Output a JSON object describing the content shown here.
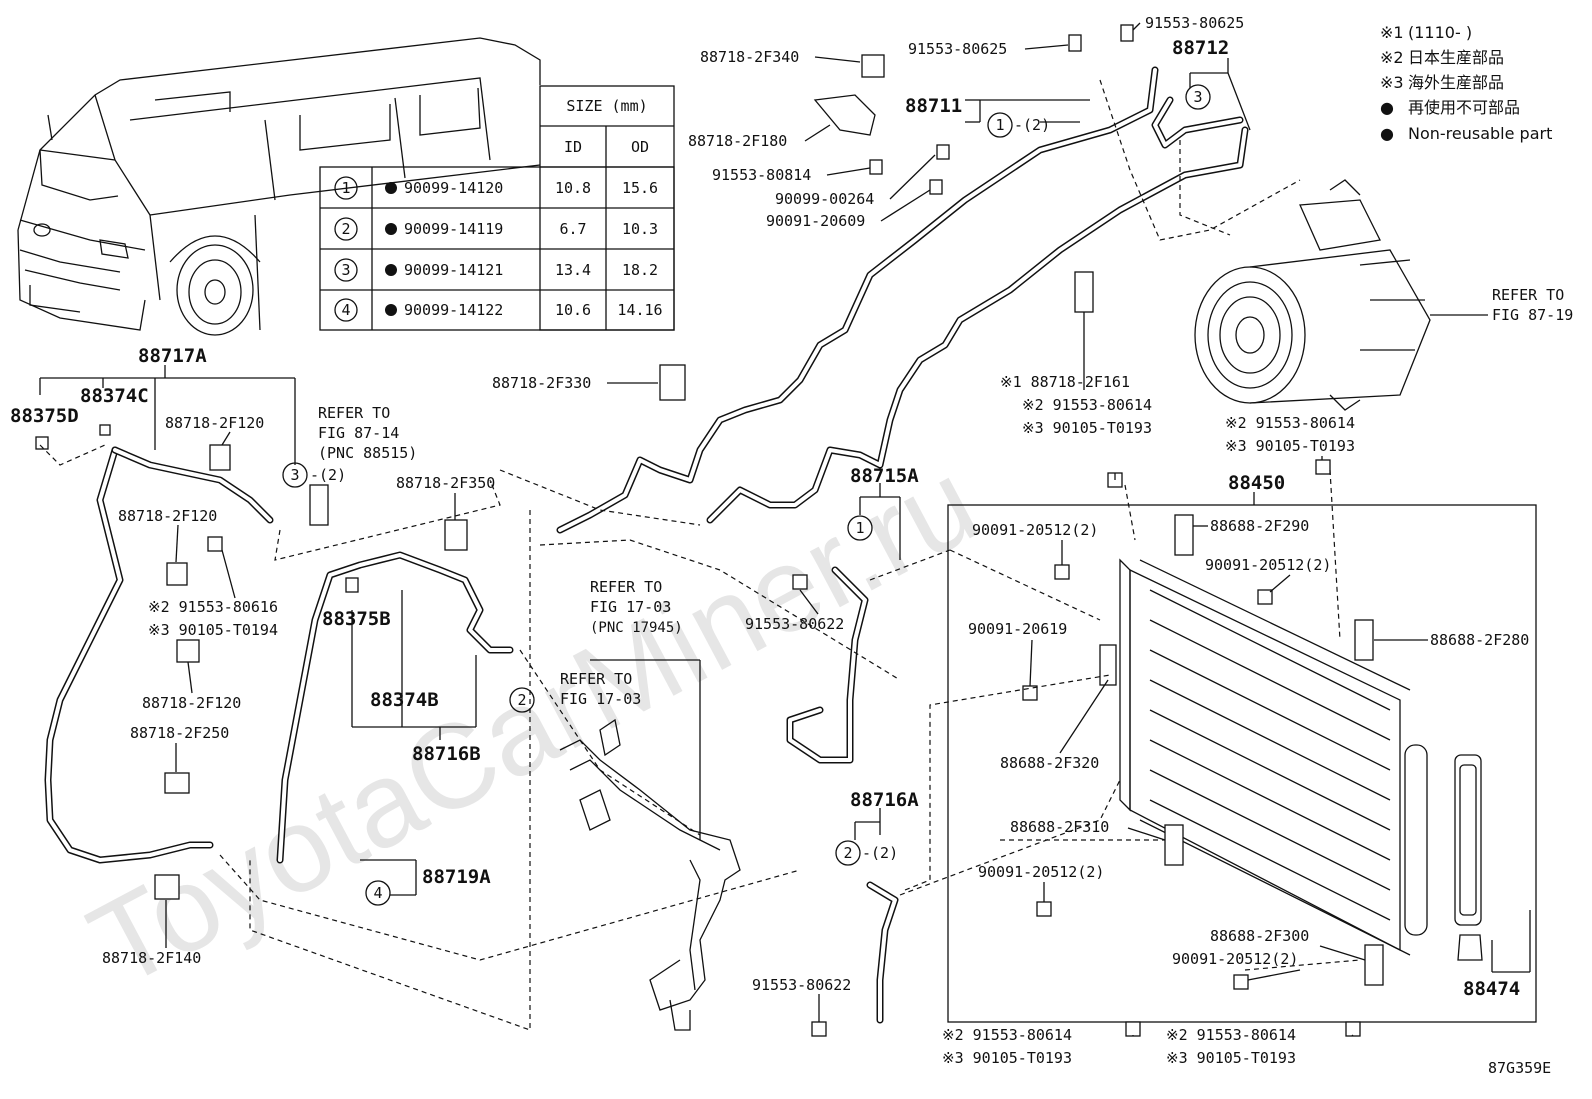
{
  "watermark": "ToyotaCarMiner.ru",
  "figure_code": "87G359E",
  "notes": [
    {
      "mark": "※1",
      "text": "(1110-      )"
    },
    {
      "mark": "※2",
      "text": "日本生産部品"
    },
    {
      "mark": "※3",
      "text": "海外生産部品"
    },
    {
      "mark": "●",
      "text": "再使用不可部品"
    },
    {
      "mark": "●",
      "text": "Non-reusable part"
    }
  ],
  "size_table": {
    "header": "SIZE (mm)",
    "col_id": "ID",
    "col_od": "OD",
    "rows": [
      {
        "no": "1",
        "part": "90099-14120",
        "id": "10.8",
        "od": "15.6"
      },
      {
        "no": "2",
        "part": "90099-14119",
        "id": "6.7",
        "od": "10.3"
      },
      {
        "no": "3",
        "part": "90099-14121",
        "id": "13.4",
        "od": "18.2"
      },
      {
        "no": "4",
        "part": "90099-14122",
        "id": "10.6",
        "od": "14.16"
      }
    ]
  },
  "refs": {
    "compressor": [
      "REFER TO",
      "FIG 87-19"
    ],
    "fig8714": [
      "REFER TO",
      "FIG 87-14",
      "(PNC 88515)"
    ],
    "fig1703a": [
      "REFER TO",
      "FIG 17-03",
      "(PNC 17945)"
    ],
    "fig1703b": [
      "REFER TO",
      "FIG 17-03"
    ]
  },
  "group_labels": {
    "g88717A": "88717A",
    "g88712": "88712",
    "g88711": "88711",
    "g88715A": "88715A",
    "g88716A": "88716A",
    "g88716B": "88716B",
    "g88450": "88450",
    "g88474": "88474",
    "g88719A": "88719A",
    "g88374B": "88374B",
    "g88375B": "88375B",
    "g88374C": "88374C",
    "g88375D": "88375D"
  },
  "o_rings": {
    "r1a": {
      "no": "1",
      "suffix": "-(2)"
    },
    "r3a": {
      "no": "3",
      "suffix": ""
    },
    "r3b": {
      "no": "3",
      "suffix": "-(2)"
    },
    "r2a": {
      "no": "2",
      "suffix": ""
    },
    "r1b": {
      "no": "1",
      "suffix": ""
    },
    "r2b": {
      "no": "2",
      "suffix": "-(2)"
    },
    "r4a": {
      "no": "4",
      "suffix": ""
    }
  },
  "parts": {
    "p1": "88718-2F340",
    "p2": "91553-80625",
    "p3": "91553-80625",
    "p4": "88718-2F180",
    "p5": "91553-80814",
    "p6": "90099-00264",
    "p7": "90091-20609",
    "p8": "88718-2F330",
    "p9": "※1 88718-2F161",
    "p10": "※2 91553-80614",
    "p11": "※3 90105-T0193",
    "p12": "※2 91553-80614",
    "p13": "※3 90105-T0193",
    "p14": "88718-2F120",
    "p15": "88718-2F120",
    "p16": "※2 91553-80616",
    "p17": "※3 90105-T0194",
    "p18": "88718-2F120",
    "p19": "88718-2F250",
    "p20": "88718-2F140",
    "p21": "88718-2F350",
    "p22": "91553-80622",
    "p23": "90091-20512(2)",
    "p24": "88688-2F290",
    "p25": "90091-20512(2)",
    "p26": "90091-20619",
    "p27": "88688-2F280",
    "p28": "88688-2F320",
    "p29": "88688-2F310",
    "p30": "90091-20512(2)",
    "p31": "88688-2F300",
    "p32": "90091-20512(2)",
    "p33": "91553-80622",
    "p34": "※2 91553-80614",
    "p35": "※3 90105-T0193",
    "p36": "※2 91553-80614",
    "p37": "※3 90105-T0193"
  }
}
